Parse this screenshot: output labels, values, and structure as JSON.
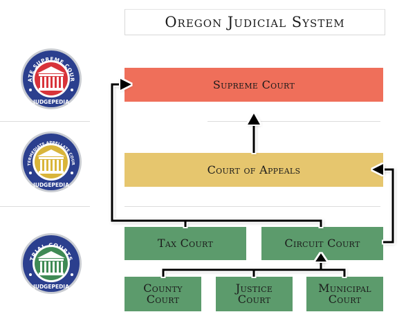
{
  "title": "Oregon Judicial System",
  "colors": {
    "supreme": "#ef6f5a",
    "appeals": "#e6c66e",
    "trial": "#5c9b6c",
    "connector": "#000000"
  },
  "boxes": {
    "supreme": "Supreme Court",
    "appeals": "Court of Appeals",
    "tax": "Tax Court",
    "circuit": "Circuit Court",
    "county": "County Court",
    "justice": "Justice Court",
    "municipal": "Municipal Court"
  },
  "badges": [
    {
      "arc_text": "STATE SUPREME COURTS",
      "bottom_text": "JUDGEPEDIA",
      "color": "#d8333a"
    },
    {
      "arc_text": "INTERMEDIATE APPELLATE COURTS",
      "bottom_text": "JUDGEPEDIA",
      "color": "#d9b53a"
    },
    {
      "arc_text": "TRIAL COURTS",
      "bottom_text": "JUDGEPEDIA",
      "color": "#3f8a55"
    }
  ]
}
